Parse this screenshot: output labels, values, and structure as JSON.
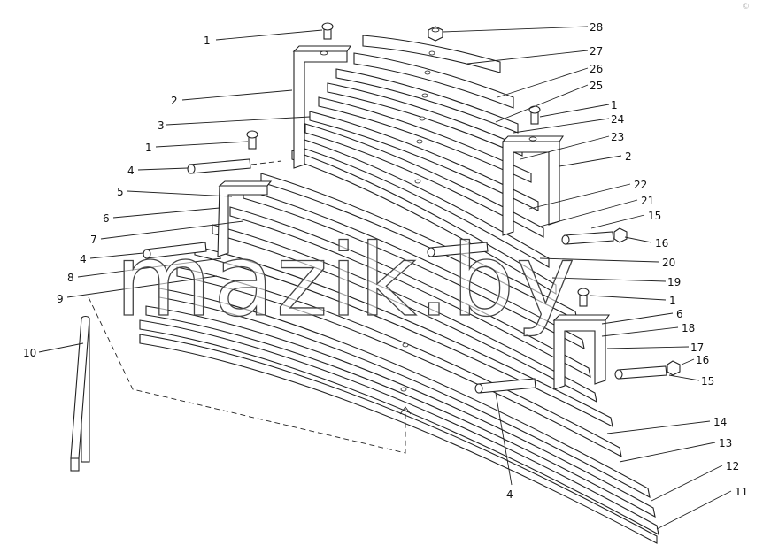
{
  "watermark": "mazik.by",
  "callouts": [
    {
      "id": "c1a",
      "label": "1"
    },
    {
      "id": "c2a",
      "label": "2"
    },
    {
      "id": "c3",
      "label": "3"
    },
    {
      "id": "c1b",
      "label": "1"
    },
    {
      "id": "c4a",
      "label": "4"
    },
    {
      "id": "c5",
      "label": "5"
    },
    {
      "id": "c6a",
      "label": "6"
    },
    {
      "id": "c7",
      "label": "7"
    },
    {
      "id": "c4b",
      "label": "4"
    },
    {
      "id": "c8",
      "label": "8"
    },
    {
      "id": "c9",
      "label": "9"
    },
    {
      "id": "c10",
      "label": "10"
    },
    {
      "id": "c28",
      "label": "28"
    },
    {
      "id": "c27",
      "label": "27"
    },
    {
      "id": "c26",
      "label": "26"
    },
    {
      "id": "c25",
      "label": "25"
    },
    {
      "id": "c1c",
      "label": "1"
    },
    {
      "id": "c24",
      "label": "24"
    },
    {
      "id": "c23",
      "label": "23"
    },
    {
      "id": "c2b",
      "label": "2"
    },
    {
      "id": "c22",
      "label": "22"
    },
    {
      "id": "c21",
      "label": "21"
    },
    {
      "id": "c15a",
      "label": "15"
    },
    {
      "id": "c16a",
      "label": "16"
    },
    {
      "id": "c20",
      "label": "20"
    },
    {
      "id": "c19",
      "label": "19"
    },
    {
      "id": "c1d",
      "label": "1"
    },
    {
      "id": "c6b",
      "label": "6"
    },
    {
      "id": "c18",
      "label": "18"
    },
    {
      "id": "c17",
      "label": "17"
    },
    {
      "id": "c16b",
      "label": "16"
    },
    {
      "id": "c15b",
      "label": "15"
    },
    {
      "id": "c14",
      "label": "14"
    },
    {
      "id": "c13",
      "label": "13"
    },
    {
      "id": "c12",
      "label": "12"
    },
    {
      "id": "c11",
      "label": "11"
    },
    {
      "id": "c4c",
      "label": "4"
    }
  ]
}
